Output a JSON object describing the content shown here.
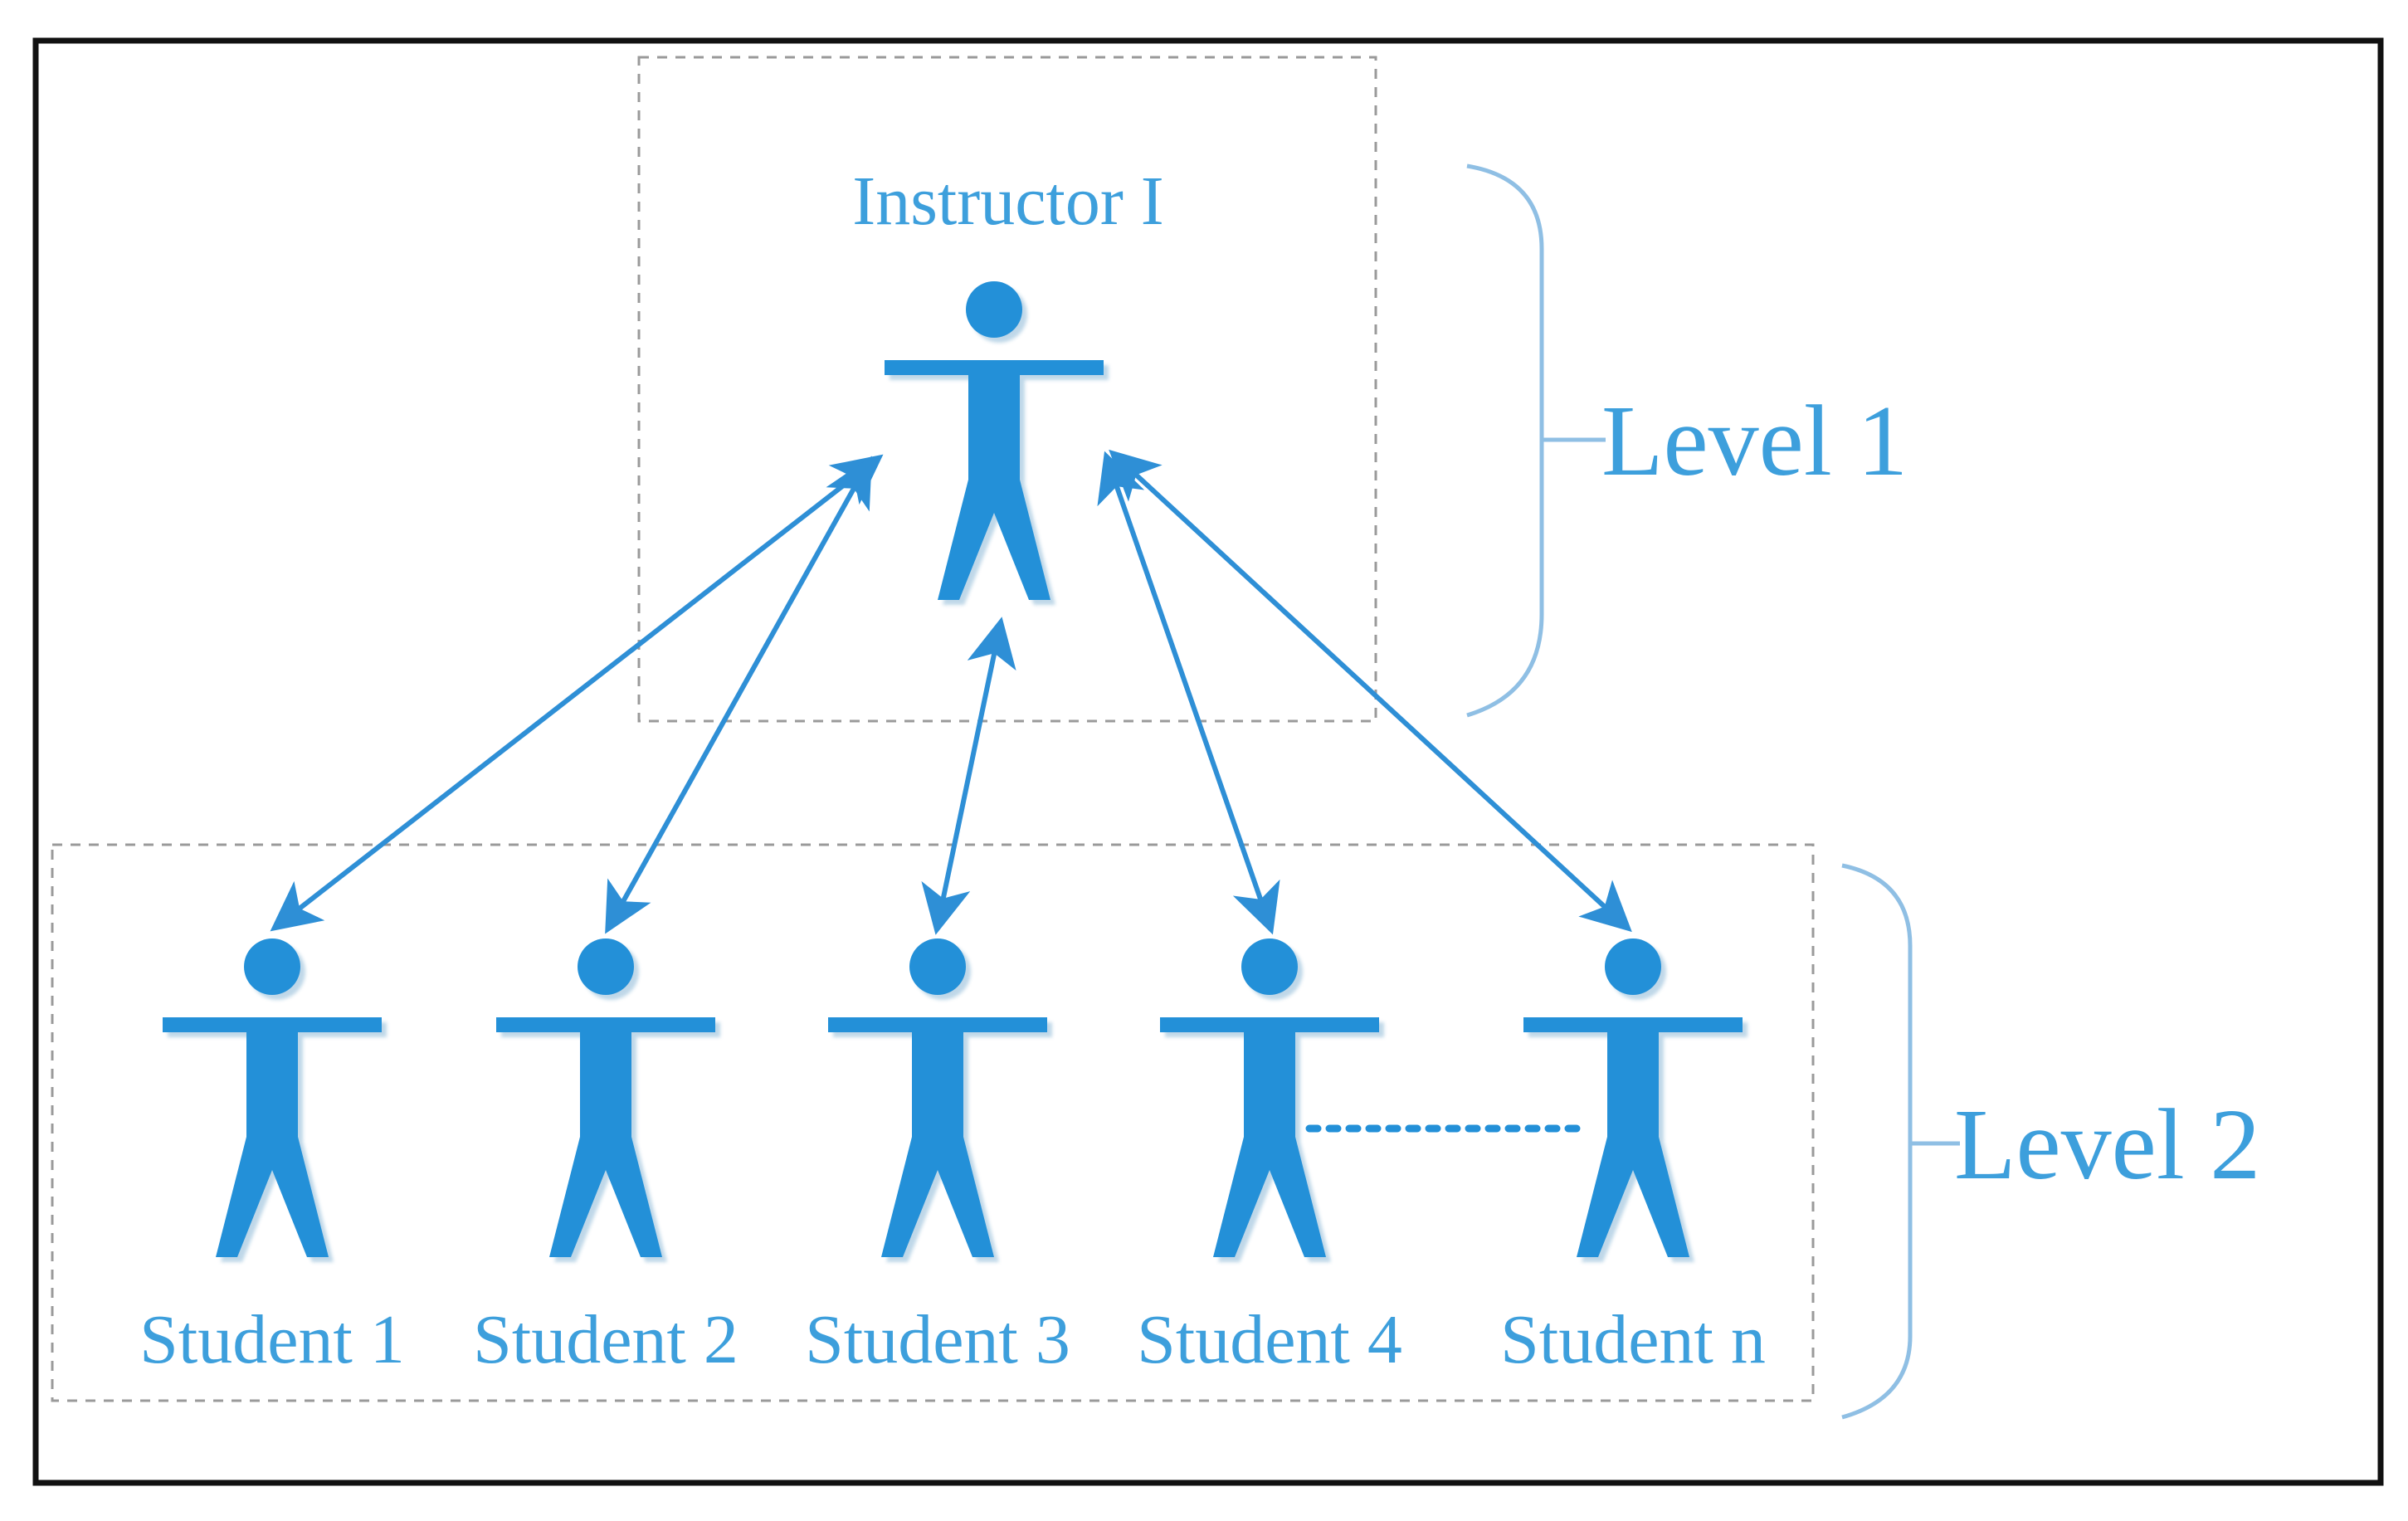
{
  "instructor": {
    "label": "Instructor I"
  },
  "students": [
    {
      "label": "Student 1"
    },
    {
      "label": "Student 2"
    },
    {
      "label": "Student 3"
    },
    {
      "label": "Student 4"
    },
    {
      "label": "Student n"
    }
  ],
  "levels": {
    "level1": "Level 1",
    "level2": "Level 2"
  },
  "colors": {
    "figure": "#2390d8",
    "text": "#3d9fdc",
    "arrow": "#2e8fd6",
    "bracket": "#8fbfe4",
    "dashed_box": "#9a9a9a",
    "frame": "#111111"
  }
}
